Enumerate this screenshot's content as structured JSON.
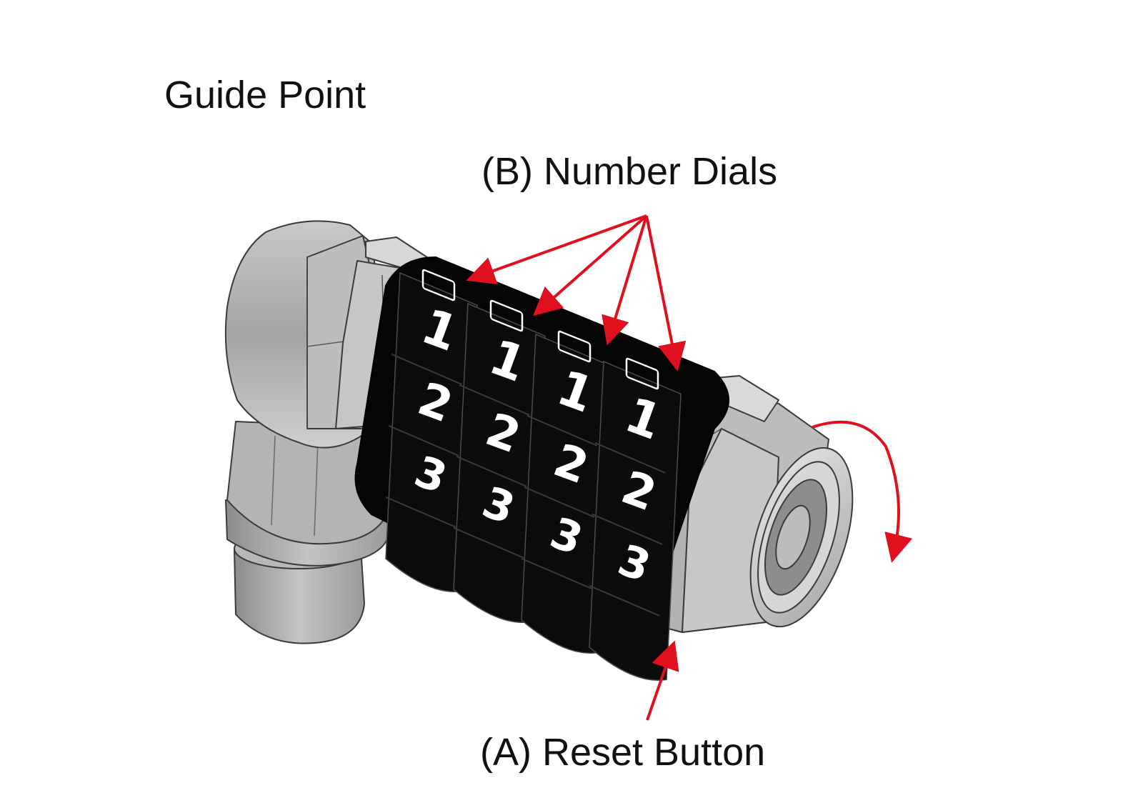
{
  "title": "Guide Point",
  "callouts": {
    "number_dials": "(B) Number Dials",
    "reset_button": "(A) Reset Button"
  },
  "dials": [
    {
      "digits": [
        "1",
        "2",
        "3"
      ]
    },
    {
      "digits": [
        "1",
        "2",
        "3"
      ]
    },
    {
      "digits": [
        "1",
        "2",
        "3"
      ]
    },
    {
      "digits": [
        "1",
        "2",
        "3"
      ]
    }
  ],
  "colors": {
    "arrow": "#e0101f",
    "dial_body": "#0a0a0a",
    "dial_digit": "#ffffff",
    "metal_light": "#d2d2d2",
    "metal_mid": "#a9a9a9",
    "metal_dark": "#7e7e7e",
    "outline": "#3a3a3a"
  }
}
